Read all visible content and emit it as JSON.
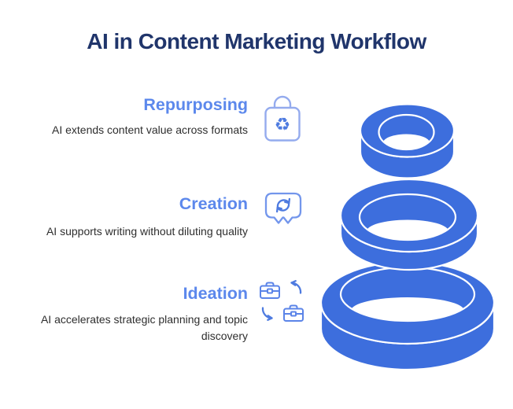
{
  "title": "AI in Content Marketing Workflow",
  "sections": [
    {
      "heading": "Repurposing",
      "description": "AI extends content value across formats",
      "icon": "recycle-bag-icon",
      "icon_glyph": "♻"
    },
    {
      "heading": "Creation",
      "description": "AI supports writing without diluting quality",
      "icon": "chat-sync-icon"
    },
    {
      "heading": "Ideation",
      "description": "AI accelerates strategic planning and topic discovery",
      "icon": "briefcase-swap-icon"
    }
  ],
  "funnel": {
    "type": "stacked-rings-funnel",
    "ring_count": 3,
    "rings": [
      "top",
      "middle",
      "bottom"
    ]
  },
  "colors": {
    "background": "#FFFFFF",
    "title-navy": "#20356B",
    "heading-blue": "#5C88EC",
    "body-text": "#2E2E2E",
    "funnel-blue": "#3D6EDD",
    "bag-stroke": "#94ABEE",
    "bubble-stroke": "#7396EC",
    "case-stroke": "#5B84E8",
    "icon-accent": "#4E7BE0"
  }
}
